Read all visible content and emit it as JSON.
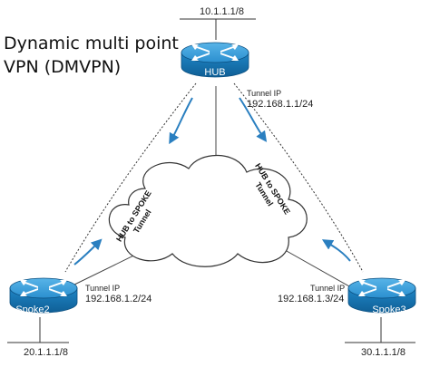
{
  "title": {
    "line1": "Dynamic multi point",
    "line2": "VPN (DMVPN)"
  },
  "hub": {
    "label": "HUB",
    "network": "10.1.1.1/8",
    "tunnel_caption": "Tunnel IP",
    "tunnel_ip": "192.168.1.1/24"
  },
  "spoke2": {
    "label": "Spoke2",
    "network": "20.1.1.1/8",
    "tunnel_caption": "Tunnel IP",
    "tunnel_ip": "192.168.1.2/24"
  },
  "spoke3": {
    "label": "Spoke3",
    "network": "30.1.1.1/8",
    "tunnel_caption": "Tunnel IP",
    "tunnel_ip": "192.168.1.3/24"
  },
  "tunnels": {
    "left_line1": "HUB to SPOKE",
    "left_line2": "Tunnel",
    "right_line1": "HUB to SPOKE",
    "right_line2": "Tunnel"
  },
  "colors": {
    "router": "#1c86c4",
    "router_top": "#3fa2dd",
    "arrow": "#2a7fc0",
    "line": "#333333"
  },
  "icons": [
    "router-icon",
    "cloud-icon",
    "arrow-icon"
  ]
}
